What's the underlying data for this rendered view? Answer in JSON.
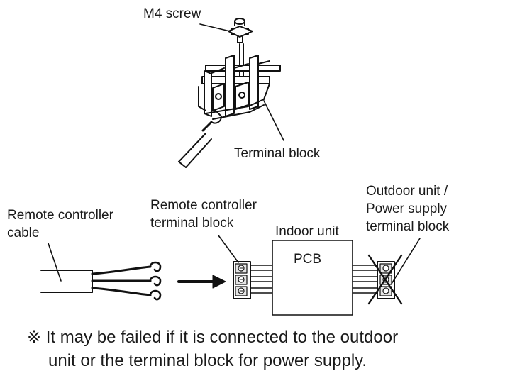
{
  "labels": {
    "m4_screw": "M4 screw",
    "terminal_block": "Terminal block",
    "remote_cable_line1": "Remote controller",
    "remote_cable_line2": "cable",
    "remote_terminal_line1": "Remote controller",
    "remote_terminal_line2": "terminal block",
    "indoor_unit": "Indoor unit",
    "pcb": "PCB",
    "outdoor_line1": "Outdoor unit /",
    "outdoor_line2": "Power supply",
    "outdoor_line3": "terminal block"
  },
  "note": {
    "line1": "※ It may be failed if it is connected to the outdoor",
    "line2": "unit or the terminal block for power supply."
  },
  "colors": {
    "line": "#111111",
    "gray": "#7a7a7a",
    "light": "#d9d9d9"
  }
}
